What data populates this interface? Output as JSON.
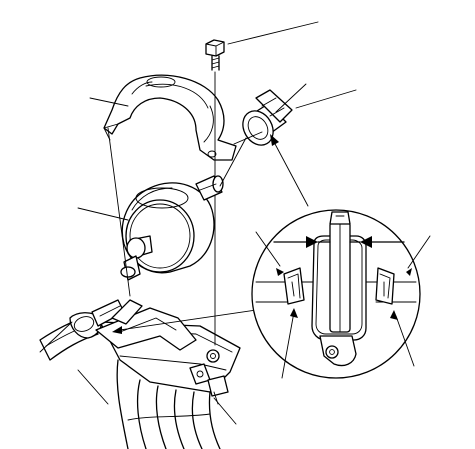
{
  "diagram": {
    "type": "exploded-assembly-illustration",
    "callouts": [
      "bolt",
      "hose-clamp",
      "bracket",
      "filter",
      "detail-view",
      "hose",
      "mount"
    ],
    "colors": {
      "line": "#000000",
      "fill": "#ffffff",
      "shade": "#d9d9d9"
    }
  }
}
